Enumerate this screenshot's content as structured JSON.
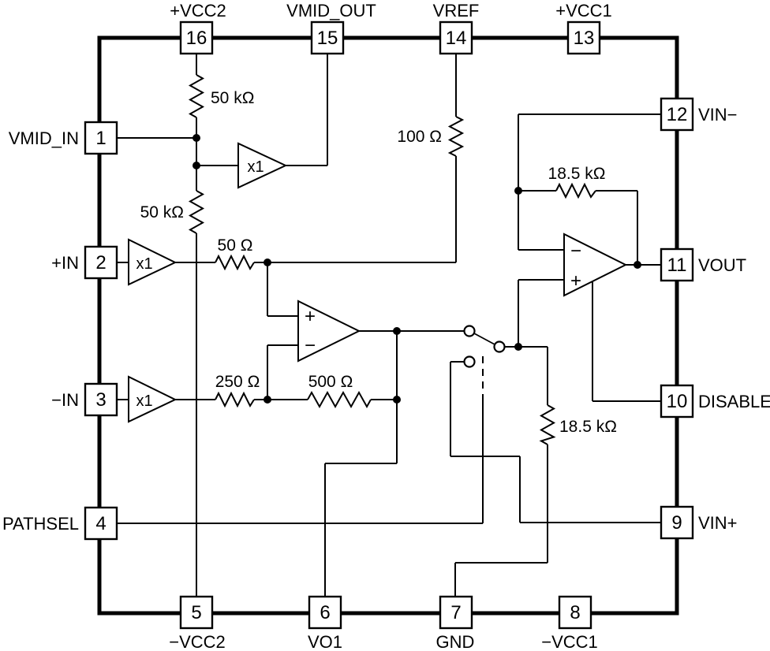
{
  "pins": {
    "top": [
      {
        "number": "16",
        "name": "+VCC2"
      },
      {
        "number": "15",
        "name": "VMID_OUT"
      },
      {
        "number": "14",
        "name": "VREF"
      },
      {
        "number": "13",
        "name": "+VCC1"
      }
    ],
    "left": [
      {
        "number": "1",
        "name": "VMID_IN"
      },
      {
        "number": "2",
        "name": "+IN"
      },
      {
        "number": "3",
        "name": "−IN"
      },
      {
        "number": "4",
        "name": "PATHSEL"
      }
    ],
    "right": [
      {
        "number": "12",
        "name": "VIN−"
      },
      {
        "number": "11",
        "name": "VOUT"
      },
      {
        "number": "10",
        "name": "DISABLE"
      },
      {
        "number": "9",
        "name": "VIN+"
      }
    ],
    "bottom": [
      {
        "number": "5",
        "name": "−VCC2"
      },
      {
        "number": "6",
        "name": "VO1"
      },
      {
        "number": "7",
        "name": "GND"
      },
      {
        "number": "8",
        "name": "−VCC1"
      }
    ]
  },
  "resistors": {
    "r50k_top": "50 kΩ",
    "r50k_bottom": "50 kΩ",
    "r100": "100 Ω",
    "r50": "50 Ω",
    "r250": "250 Ω",
    "r500": "500 Ω",
    "r18k5_feedback": "18.5 kΩ",
    "r18k5_ground": "18.5 kΩ"
  },
  "buffers": {
    "vmid": "x1",
    "plus_in": "x1",
    "minus_in": "x1"
  },
  "opamps": {
    "center": {
      "plus": "+",
      "minus": "−"
    },
    "output": {
      "minus": "−",
      "plus": "+"
    }
  },
  "colors": {
    "line": "#000000",
    "background": "#ffffff",
    "switch_contact_accent": "#4a0d0d"
  }
}
